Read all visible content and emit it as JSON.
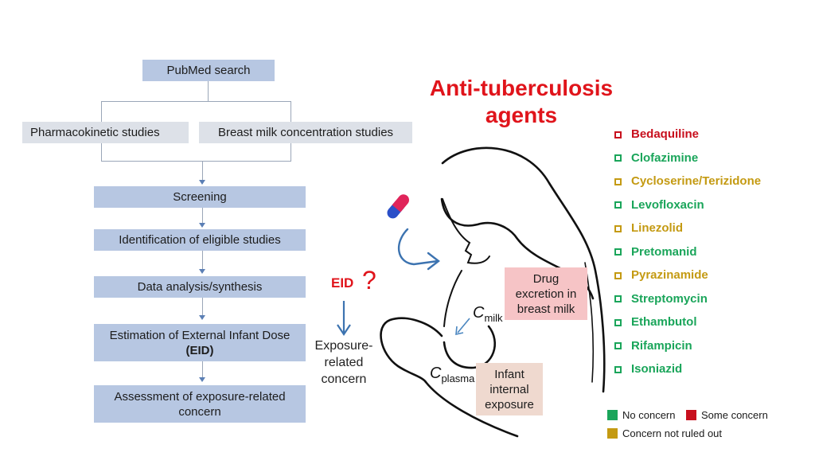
{
  "flowchart": {
    "start": "PubMed search",
    "branches": [
      "Pharmacokinetic studies",
      "Breast milk concentration studies"
    ],
    "steps": [
      "Screening",
      "Identification of eligible studies",
      "Data analysis/synthesis"
    ],
    "eid_step": {
      "line1": "Estimation of External Infant Dose",
      "line2": "(EID)"
    },
    "final_step": {
      "line1": "Assessment of exposure-related",
      "line2": "concern"
    }
  },
  "illustration": {
    "title_line1": "Anti-tuberculosis",
    "title_line2": "agents",
    "eid_label": "EID",
    "question_mark": "?",
    "exposure_concern": [
      "Exposure-",
      "related",
      "concern"
    ],
    "c_milk": {
      "main": "C",
      "sub": "milk"
    },
    "c_plasma": {
      "main": "C",
      "sub": "plasma"
    },
    "drug_excretion_box": [
      "Drug",
      "excretion in",
      "breast milk"
    ],
    "infant_exposure_box": [
      "Infant",
      "internal",
      "exposure"
    ],
    "pill_icon": "capsule-icon"
  },
  "colors": {
    "no_concern": "#1aa55a",
    "some_concern": "#c8101e",
    "not_ruled_out": "#c49a12",
    "title_red": "#e0141b",
    "flow_blue": "#b7c7e2",
    "flow_grey": "#dde1e8",
    "drug_box_pink": "#f6c4c6",
    "infant_box_beige": "#efd9cf"
  },
  "drugs": [
    {
      "name": "Bedaquiline",
      "status": "some_concern",
      "color": "#c8101e"
    },
    {
      "name": "Clofazimine",
      "status": "no_concern",
      "color": "#1aa55a"
    },
    {
      "name": "Cycloserine/Terizidone",
      "status": "not_ruled_out",
      "color": "#c49a12"
    },
    {
      "name": "Levofloxacin",
      "status": "no_concern",
      "color": "#1aa55a"
    },
    {
      "name": "Linezolid",
      "status": "not_ruled_out",
      "color": "#c49a12"
    },
    {
      "name": "Pretomanid",
      "status": "no_concern",
      "color": "#1aa55a"
    },
    {
      "name": "Pyrazinamide",
      "status": "not_ruled_out",
      "color": "#c49a12"
    },
    {
      "name": "Streptomycin",
      "status": "no_concern",
      "color": "#1aa55a"
    },
    {
      "name": "Ethambutol",
      "status": "no_concern",
      "color": "#1aa55a"
    },
    {
      "name": "Rifampicin",
      "status": "no_concern",
      "color": "#1aa55a"
    },
    {
      "name": "Isoniazid",
      "status": "no_concern",
      "color": "#1aa55a"
    }
  ],
  "legend": {
    "no_concern": "No concern",
    "some_concern": "Some concern",
    "not_ruled_out": "Concern not ruled out"
  }
}
